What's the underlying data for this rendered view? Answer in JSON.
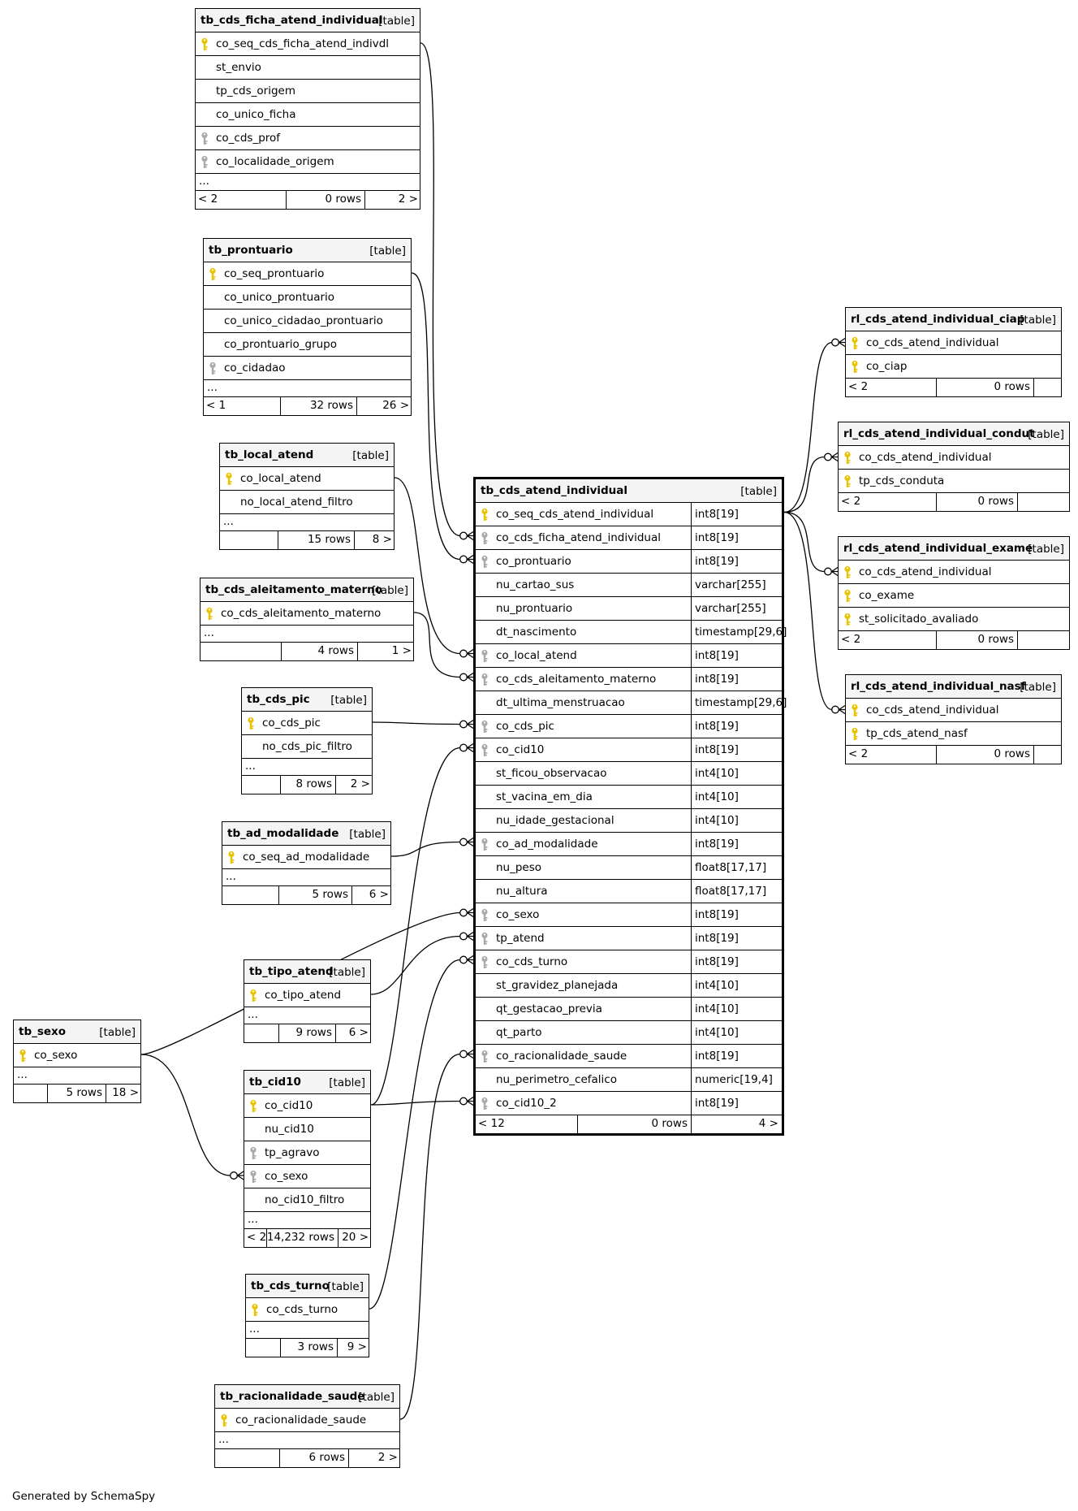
{
  "credit": "Generated by SchemaSpy",
  "tag": "[table]",
  "main": {
    "name": "tb_cds_atend_individual",
    "columns": [
      {
        "name": "co_seq_cds_atend_individual",
        "type": "int8[19]",
        "key": "pk"
      },
      {
        "name": "co_cds_ficha_atend_individual",
        "type": "int8[19]",
        "key": "fk"
      },
      {
        "name": "co_prontuario",
        "type": "int8[19]",
        "key": "fk"
      },
      {
        "name": "nu_cartao_sus",
        "type": "varchar[255]",
        "key": ""
      },
      {
        "name": "nu_prontuario",
        "type": "varchar[255]",
        "key": ""
      },
      {
        "name": "dt_nascimento",
        "type": "timestamp[29,6]",
        "key": ""
      },
      {
        "name": "co_local_atend",
        "type": "int8[19]",
        "key": "fk"
      },
      {
        "name": "co_cds_aleitamento_materno",
        "type": "int8[19]",
        "key": "fk"
      },
      {
        "name": "dt_ultima_menstruacao",
        "type": "timestamp[29,6]",
        "key": ""
      },
      {
        "name": "co_cds_pic",
        "type": "int8[19]",
        "key": "fk"
      },
      {
        "name": "co_cid10",
        "type": "int8[19]",
        "key": "fk"
      },
      {
        "name": "st_ficou_observacao",
        "type": "int4[10]",
        "key": ""
      },
      {
        "name": "st_vacina_em_dia",
        "type": "int4[10]",
        "key": ""
      },
      {
        "name": "nu_idade_gestacional",
        "type": "int4[10]",
        "key": ""
      },
      {
        "name": "co_ad_modalidade",
        "type": "int8[19]",
        "key": "fk"
      },
      {
        "name": "nu_peso",
        "type": "float8[17,17]",
        "key": ""
      },
      {
        "name": "nu_altura",
        "type": "float8[17,17]",
        "key": ""
      },
      {
        "name": "co_sexo",
        "type": "int8[19]",
        "key": "fk"
      },
      {
        "name": "tp_atend",
        "type": "int8[19]",
        "key": "fk"
      },
      {
        "name": "co_cds_turno",
        "type": "int8[19]",
        "key": "fk"
      },
      {
        "name": "st_gravidez_planejada",
        "type": "int4[10]",
        "key": ""
      },
      {
        "name": "qt_gestacao_previa",
        "type": "int4[10]",
        "key": ""
      },
      {
        "name": "qt_parto",
        "type": "int4[10]",
        "key": ""
      },
      {
        "name": "co_racionalidade_saude",
        "type": "int8[19]",
        "key": "fk"
      },
      {
        "name": "nu_perimetro_cefalico",
        "type": "numeric[19,4]",
        "key": ""
      },
      {
        "name": "co_cid10_2",
        "type": "int8[19]",
        "key": "fk"
      }
    ],
    "footer": {
      "parents": "< 12",
      "rows": "0 rows",
      "children": "4 >"
    }
  },
  "tables": [
    {
      "id": "ficha",
      "name": "tb_cds_ficha_atend_individual",
      "columns": [
        {
          "name": "co_seq_cds_ficha_atend_indivdl",
          "key": "pk"
        },
        {
          "name": "st_envio",
          "key": ""
        },
        {
          "name": "tp_cds_origem",
          "key": ""
        },
        {
          "name": "co_unico_ficha",
          "key": ""
        },
        {
          "name": "co_cds_prof",
          "key": "fk"
        },
        {
          "name": "co_localidade_origem",
          "key": "fk"
        }
      ],
      "ellipsis": "...",
      "footer": {
        "parents": "< 2",
        "rows": "0 rows",
        "children": "2 >"
      }
    },
    {
      "id": "prontuario",
      "name": "tb_prontuario",
      "columns": [
        {
          "name": "co_seq_prontuario",
          "key": "pk"
        },
        {
          "name": "co_unico_prontuario",
          "key": ""
        },
        {
          "name": "co_unico_cidadao_prontuario",
          "key": ""
        },
        {
          "name": "co_prontuario_grupo",
          "key": ""
        },
        {
          "name": "co_cidadao",
          "key": "fk"
        }
      ],
      "ellipsis": "...",
      "footer": {
        "parents": "< 1",
        "rows": "32 rows",
        "children": "26 >"
      }
    },
    {
      "id": "local",
      "name": "tb_local_atend",
      "columns": [
        {
          "name": "co_local_atend",
          "key": "pk"
        },
        {
          "name": "no_local_atend_filtro",
          "key": ""
        }
      ],
      "ellipsis": "...",
      "footer": {
        "parents": "",
        "rows": "15 rows",
        "children": "8 >"
      }
    },
    {
      "id": "aleit",
      "name": "tb_cds_aleitamento_materno",
      "columns": [
        {
          "name": "co_cds_aleitamento_materno",
          "key": "pk"
        }
      ],
      "ellipsis": "...",
      "footer": {
        "parents": "",
        "rows": "4 rows",
        "children": "1 >"
      }
    },
    {
      "id": "pic",
      "name": "tb_cds_pic",
      "columns": [
        {
          "name": "co_cds_pic",
          "key": "pk"
        },
        {
          "name": "no_cds_pic_filtro",
          "key": ""
        }
      ],
      "ellipsis": "...",
      "footer": {
        "parents": "",
        "rows": "8 rows",
        "children": "2 >"
      }
    },
    {
      "id": "admod",
      "name": "tb_ad_modalidade",
      "columns": [
        {
          "name": "co_seq_ad_modalidade",
          "key": "pk"
        }
      ],
      "ellipsis": "...",
      "footer": {
        "parents": "",
        "rows": "5 rows",
        "children": "6 >"
      }
    },
    {
      "id": "tipo",
      "name": "tb_tipo_atend",
      "columns": [
        {
          "name": "co_tipo_atend",
          "key": "pk"
        }
      ],
      "ellipsis": "...",
      "footer": {
        "parents": "",
        "rows": "9 rows",
        "children": "6 >"
      }
    },
    {
      "id": "sexo",
      "name": "tb_sexo",
      "columns": [
        {
          "name": "co_sexo",
          "key": "pk"
        }
      ],
      "ellipsis": "...",
      "footer": {
        "parents": "",
        "rows": "5 rows",
        "children": "18 >"
      }
    },
    {
      "id": "cid10",
      "name": "tb_cid10",
      "columns": [
        {
          "name": "co_cid10",
          "key": "pk"
        },
        {
          "name": "nu_cid10",
          "key": ""
        },
        {
          "name": "tp_agravo",
          "key": "fk"
        },
        {
          "name": "co_sexo",
          "key": "fk"
        },
        {
          "name": "no_cid10_filtro",
          "key": ""
        }
      ],
      "ellipsis": "...",
      "footer": {
        "parents": "< 2",
        "rows": "14,232 rows",
        "children": "20 >"
      }
    },
    {
      "id": "turno",
      "name": "tb_cds_turno",
      "columns": [
        {
          "name": "co_cds_turno",
          "key": "pk"
        }
      ],
      "ellipsis": "...",
      "footer": {
        "parents": "",
        "rows": "3 rows",
        "children": "9 >"
      }
    },
    {
      "id": "racio",
      "name": "tb_racionalidade_saude",
      "columns": [
        {
          "name": "co_racionalidade_saude",
          "key": "pk"
        }
      ],
      "ellipsis": "...",
      "footer": {
        "parents": "",
        "rows": "6 rows",
        "children": "2 >"
      }
    },
    {
      "id": "ciap",
      "name": "rl_cds_atend_individual_ciap",
      "columns": [
        {
          "name": "co_cds_atend_individual",
          "key": "pk"
        },
        {
          "name": "co_ciap",
          "key": "pk"
        }
      ],
      "ellipsis": "",
      "footer": {
        "parents": "< 2",
        "rows": "0 rows",
        "children": ""
      }
    },
    {
      "id": "condut",
      "name": "rl_cds_atend_individual_condut",
      "columns": [
        {
          "name": "co_cds_atend_individual",
          "key": "pk"
        },
        {
          "name": "tp_cds_conduta",
          "key": "pk"
        }
      ],
      "ellipsis": "",
      "footer": {
        "parents": "< 2",
        "rows": "0 rows",
        "children": ""
      }
    },
    {
      "id": "exame",
      "name": "rl_cds_atend_individual_exame",
      "columns": [
        {
          "name": "co_cds_atend_individual",
          "key": "pk"
        },
        {
          "name": "co_exame",
          "key": "pk"
        },
        {
          "name": "st_solicitado_avaliado",
          "key": "pk"
        }
      ],
      "ellipsis": "",
      "footer": {
        "parents": "< 2",
        "rows": "0 rows",
        "children": ""
      }
    },
    {
      "id": "nasf",
      "name": "rl_cds_atend_individual_nasf",
      "columns": [
        {
          "name": "co_cds_atend_individual",
          "key": "pk"
        },
        {
          "name": "tp_cds_atend_nasf",
          "key": "pk"
        }
      ],
      "ellipsis": "",
      "footer": {
        "parents": "< 2",
        "rows": "0 rows",
        "children": ""
      }
    }
  ],
  "colors": {
    "primary_key_icon": "#e8c400",
    "foreign_key_icon": "#a9a9a9",
    "header_background": "#f4f4f4",
    "lines": "#000000"
  }
}
